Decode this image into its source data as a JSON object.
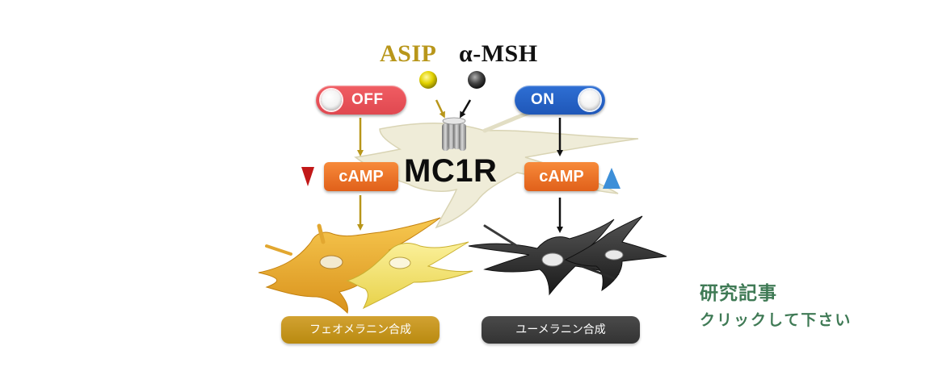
{
  "ligands": {
    "asip": {
      "label": "ASIP",
      "color": "#b8961a",
      "dot_color": "#e0d000"
    },
    "msh": {
      "label": "α-MSH",
      "color": "#111111",
      "dot_color": "#333333"
    }
  },
  "switches": {
    "off": {
      "label": "OFF",
      "color": "#f05d63"
    },
    "on": {
      "label": "ON",
      "color": "#2e6fd4"
    }
  },
  "receptor": {
    "label": "MC1R"
  },
  "camp": {
    "left": {
      "label": "cAMP",
      "trend": "down",
      "trend_color": "#c21818"
    },
    "right": {
      "label": "cAMP",
      "trend": "up",
      "trend_color": "#3d8fd8"
    }
  },
  "outputs": {
    "pheomelanin": {
      "label": "フェオメラニン合成",
      "color": "#b98a10"
    },
    "eumelanin": {
      "label": "ユーメラニン合成",
      "color": "#333333"
    }
  },
  "link": {
    "title": "研究記事",
    "subtitle": "クリックして下さい"
  }
}
